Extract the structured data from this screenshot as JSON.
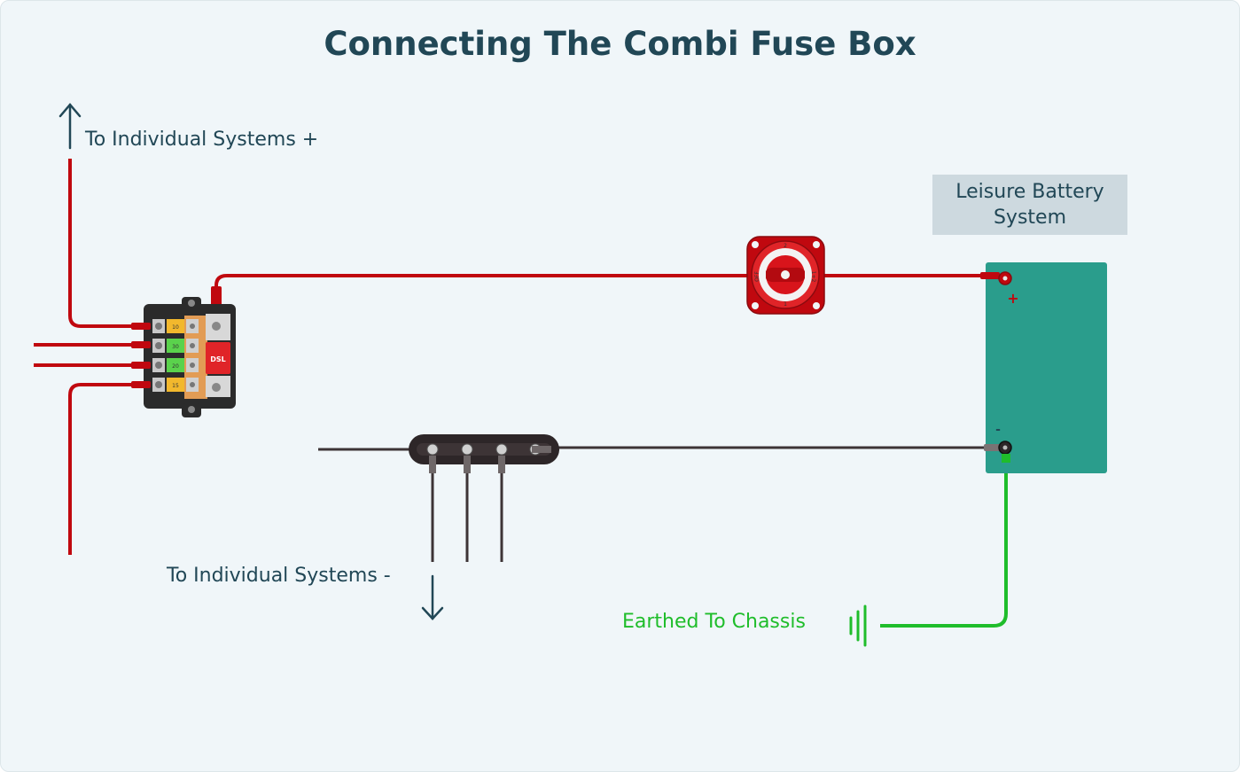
{
  "title": "Connecting The Combi Fuse Box",
  "labels": {
    "to_systems_positive": "To Individual Systems +",
    "to_systems_negative": "To Individual Systems -",
    "earthed": "Earthed To Chassis"
  },
  "battery": {
    "label_line1": "Leisure Battery",
    "label_line2": "System",
    "positive_symbol": "+",
    "negative_symbol": "-"
  },
  "fuse_box": {
    "main_fuse_label": "DSL",
    "fuse_ratings": [
      "10",
      "30",
      "20",
      "15"
    ]
  },
  "switch": {
    "positions": [
      "OFF",
      "1",
      "2",
      "1+2"
    ]
  },
  "colors": {
    "positive_wire": "#c0080f",
    "negative_wire": "#3d3436",
    "earth_wire": "#1fbd2b",
    "battery_body": "#2a9d8c",
    "text": "#214756"
  }
}
